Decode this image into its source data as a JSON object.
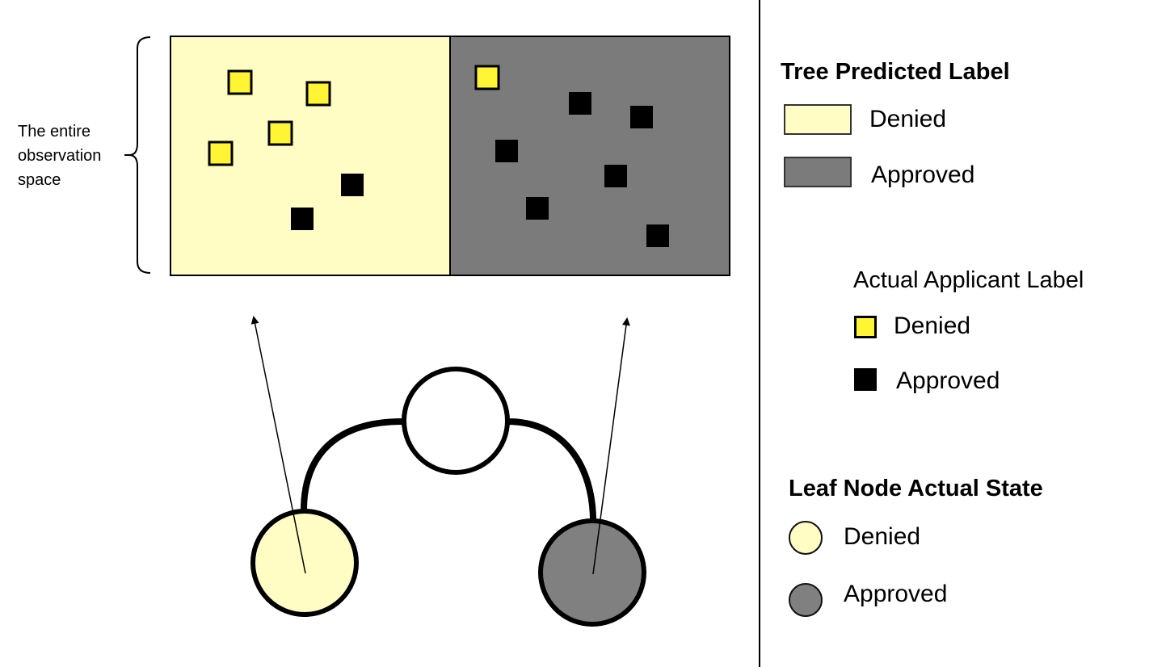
{
  "observation_label_lines": [
    "The entire",
    "observation",
    "space"
  ],
  "colors": {
    "predicted_denied_fill": "#FFFCC4",
    "predicted_approved_fill": "#7B7B7B",
    "actual_denied_fill": "#FFF534",
    "actual_approved_fill": "#000000",
    "leaf_denied_fill": "#FFFCC4",
    "leaf_approved_fill": "#808080"
  },
  "regions": [
    {
      "name": "predicted-denied-region",
      "predicted": "Denied"
    },
    {
      "name": "predicted-approved-region",
      "predicted": "Approved"
    }
  ],
  "points": [
    {
      "actual": "Denied",
      "region": "Denied"
    },
    {
      "actual": "Denied",
      "region": "Denied"
    },
    {
      "actual": "Denied",
      "region": "Denied"
    },
    {
      "actual": "Denied",
      "region": "Denied"
    },
    {
      "actual": "Approved",
      "region": "Denied"
    },
    {
      "actual": "Approved",
      "region": "Denied"
    },
    {
      "actual": "Denied",
      "region": "Approved"
    },
    {
      "actual": "Approved",
      "region": "Approved"
    },
    {
      "actual": "Approved",
      "region": "Approved"
    },
    {
      "actual": "Approved",
      "region": "Approved"
    },
    {
      "actual": "Approved",
      "region": "Approved"
    },
    {
      "actual": "Approved",
      "region": "Approved"
    },
    {
      "actual": "Approved",
      "region": "Approved"
    }
  ],
  "tree": {
    "root": {
      "state": "unlabeled"
    },
    "leaves": [
      {
        "state": "Denied",
        "maps_to": "predicted-denied-region"
      },
      {
        "state": "Approved",
        "maps_to": "predicted-approved-region"
      }
    ]
  },
  "legend": {
    "tree_predicted": {
      "title": "Tree Predicted Label",
      "items": [
        {
          "label": "Denied"
        },
        {
          "label": "Approved"
        }
      ]
    },
    "actual_applicant": {
      "title": "Actual Applicant Label",
      "items": [
        {
          "label": "Denied"
        },
        {
          "label": "Approved"
        }
      ]
    },
    "leaf_state": {
      "title": "Leaf Node Actual State",
      "items": [
        {
          "label": "Denied"
        },
        {
          "label": "Approved"
        }
      ]
    }
  }
}
